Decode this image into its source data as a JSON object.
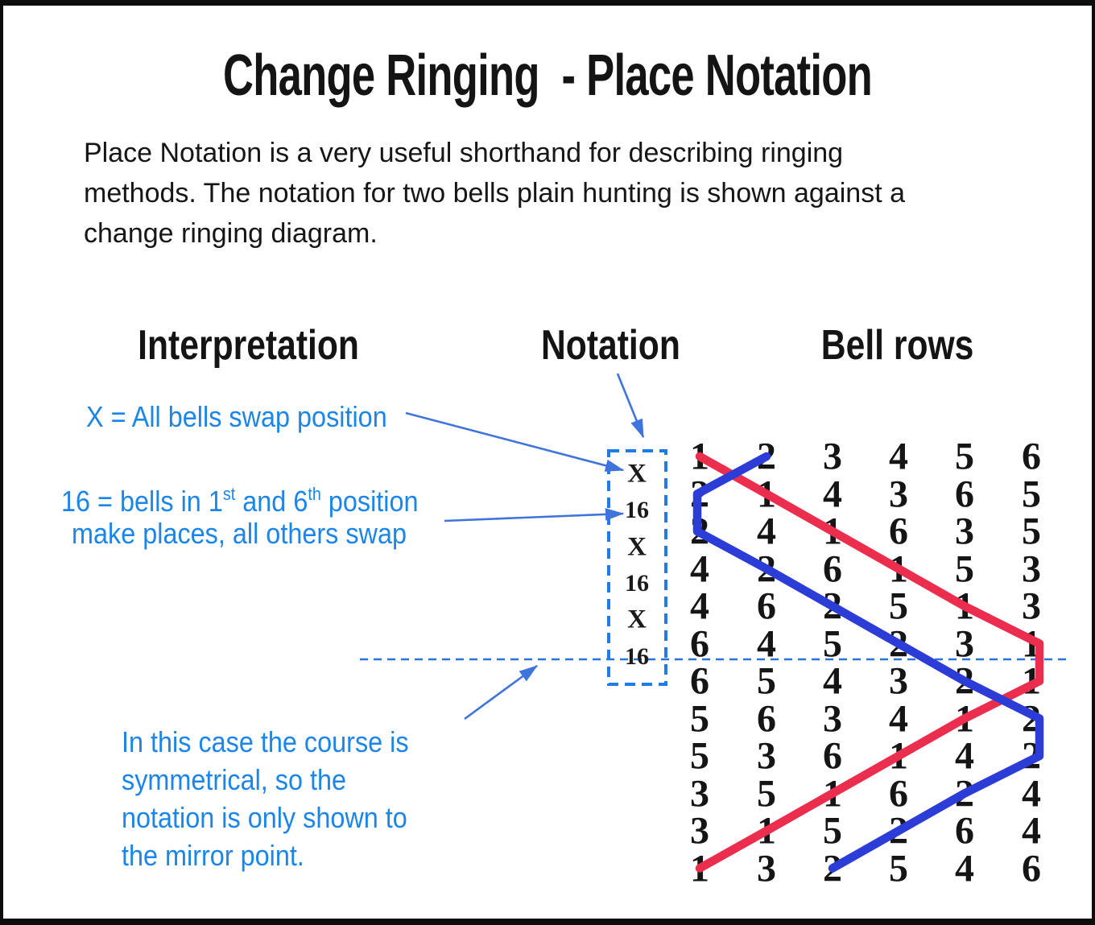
{
  "title": "Change Ringing  - Place Notation",
  "intro_lines": [
    "Place Notation is a very useful shorthand for describing ringing",
    "methods. The notation for two bells plain hunting is shown against a",
    "change ringing diagram."
  ],
  "columns": {
    "interpretation": "Interpretation",
    "notation": "Notation",
    "bell_rows": "Bell rows"
  },
  "annotations": {
    "swap": "X = All bells swap position",
    "places_parts": [
      "16 = bells in 1",
      "st",
      " and 6",
      "th",
      " position"
    ],
    "places_line2": "make places, all others swap",
    "mirror_note_lines": [
      "In this case the course is",
      "symmetrical, so the",
      "notation is only shown to",
      "the mirror point."
    ]
  },
  "notation": {
    "symbols": [
      "X",
      "16",
      "X",
      "16",
      "X",
      "16"
    ]
  },
  "colors": {
    "blue_text": "#1c86e8",
    "arrow_blue": "#3e74dc",
    "dash_blue": "#1e7be8",
    "trace_red": "#eb2d4e",
    "trace_blue": "#2c3cd6",
    "ink": "#141414"
  },
  "chart_data": {
    "type": "table",
    "title": "Plain hunt on six bells - change rows",
    "rows": [
      [
        "1",
        "2",
        "3",
        "4",
        "5",
        "6"
      ],
      [
        "2",
        "1",
        "4",
        "3",
        "6",
        "5"
      ],
      [
        "2",
        "4",
        "1",
        "6",
        "3",
        "5"
      ],
      [
        "4",
        "2",
        "6",
        "1",
        "5",
        "3"
      ],
      [
        "4",
        "6",
        "2",
        "5",
        "1",
        "3"
      ],
      [
        "6",
        "4",
        "5",
        "2",
        "3",
        "1"
      ],
      [
        "6",
        "5",
        "4",
        "3",
        "2",
        "1"
      ],
      [
        "5",
        "6",
        "3",
        "4",
        "1",
        "2"
      ],
      [
        "5",
        "3",
        "6",
        "1",
        "4",
        "2"
      ],
      [
        "3",
        "5",
        "1",
        "6",
        "2",
        "4"
      ],
      [
        "3",
        "1",
        "5",
        "2",
        "6",
        "4"
      ],
      [
        "1",
        "3",
        "2",
        "5",
        "4",
        "6"
      ]
    ],
    "traces": [
      {
        "bell": "1",
        "color": "#eb2d4e"
      },
      {
        "bell": "2",
        "color": "#2c3cd6"
      }
    ],
    "notation_sequence": [
      "X",
      "16",
      "X",
      "16",
      "X",
      "16"
    ],
    "mirror_line_between_rows": [
      6,
      7
    ]
  }
}
